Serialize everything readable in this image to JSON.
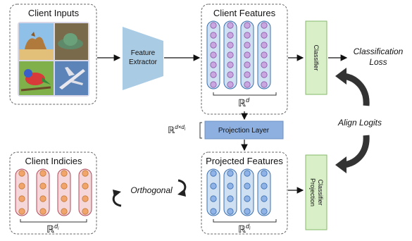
{
  "client_inputs": {
    "title": "Client Inputs"
  },
  "feature_extractor": {
    "label_line1": "Feature",
    "label_line2": "Extractor"
  },
  "client_features": {
    "title": "Client Features",
    "dim_label": "ℝ",
    "dim_sup": "d"
  },
  "classifier": {
    "label": "Classifier"
  },
  "classification_loss": {
    "line1": "Classification",
    "line2": "Loss"
  },
  "align_logits": {
    "label": "Align Logits"
  },
  "projection_layer": {
    "label": "Projection Layer",
    "dim_label": "ℝ",
    "dim_sup": "d×d",
    "dim_sub": "i"
  },
  "projected_features": {
    "title": "Projected Features",
    "dim_label": "ℝ",
    "dim_sup": "d",
    "dim_sub": "i"
  },
  "projection_classifier": {
    "line1": "Projection",
    "line2": "Classifier"
  },
  "client_indicies": {
    "title": "Client Indicies",
    "dim_label": "ℝ",
    "dim_sup": "d",
    "dim_sub": "i"
  },
  "orthogonal": {
    "label": "Orthogonal"
  },
  "colors": {
    "purple_fill": "#c9a6e0",
    "purple_stroke": "#8a5aa8",
    "blue_col": "#cfe0f3",
    "blue_col_stroke": "#3b6fb0",
    "blue_dot": "#8fb3e6",
    "orange_col": "#f6d7d9",
    "orange_col_stroke": "#b04a5a",
    "orange_dot": "#f2a56a",
    "green": "#d8efc8",
    "green_stroke": "#86b86a",
    "extractor": "#a9cbe4",
    "proj_layer": "#8db0e0"
  }
}
